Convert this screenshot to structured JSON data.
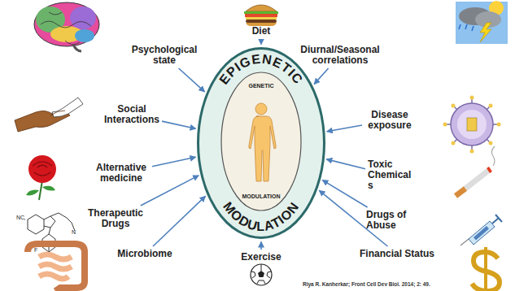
{
  "diagram": {
    "nodes": [
      {
        "text": [
          "EPIGENETIC",
          "MODULATION"
        ]
      },
      {
        "text": [
          "GENETIC",
          "MODULATION"
        ],
        "in": 0
      }
    ],
    "labels": [
      "Psychological state",
      "Diet",
      "Diurnal/Seasonal correlations",
      "Social Interactions",
      "Disease exposure",
      "Alternative medicine",
      "Toxic Chemicals",
      "Therapeutic Drugs",
      "Drugs of Abuse",
      "Microbiome",
      "Exercise",
      "Financial Status",
      "Riya R. Kanherkar; Front Cell Dev Biol. 2014; 2: 49.",
      "NC",
      "F",
      "N"
    ]
  }
}
